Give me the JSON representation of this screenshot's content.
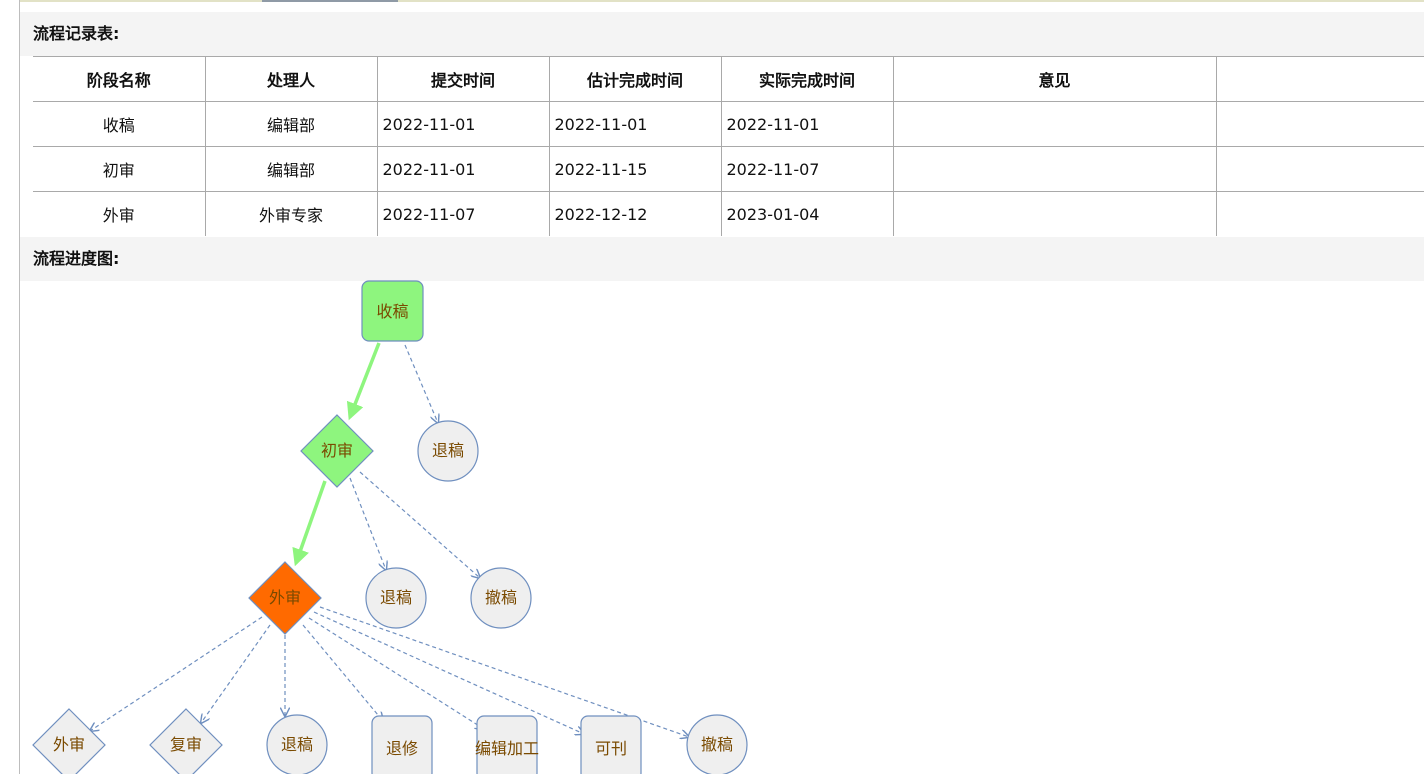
{
  "sections": {
    "records_title": "流程记录表:",
    "diagram_title": "流程进度图:"
  },
  "table": {
    "headers": [
      "阶段名称",
      "处理人",
      "提交时间",
      "估计完成时间",
      "实际完成时间",
      "意见",
      ""
    ],
    "rows": [
      [
        "收稿",
        "编辑部",
        "2022-11-01",
        "2022-11-01",
        "2022-11-01",
        "",
        ""
      ],
      [
        "初审",
        "编辑部",
        "2022-11-01",
        "2022-11-15",
        "2022-11-07",
        "",
        ""
      ],
      [
        "外审",
        "外审专家",
        "2022-11-07",
        "2022-12-12",
        "2023-01-04",
        "",
        ""
      ]
    ]
  },
  "flow": {
    "colors": {
      "done": "#8ef57e",
      "current": "#ff6a00",
      "pending": "#efefef",
      "stroke": "#6f8fbf",
      "done_edge": "#8ef57e",
      "label": "#7a4a00"
    },
    "nodes": {
      "receive": "收稿",
      "receive_reject": "退稿",
      "initial_review": "初审",
      "initial_reject": "退稿",
      "initial_withdraw": "撤稿",
      "external_review": "外审",
      "next_external_review": "外审",
      "second_review": "复审",
      "external_reject": "退稿",
      "revise": "退修",
      "edit_process": "编辑加工",
      "publishable": "可刊",
      "external_withdraw": "撤稿"
    }
  }
}
